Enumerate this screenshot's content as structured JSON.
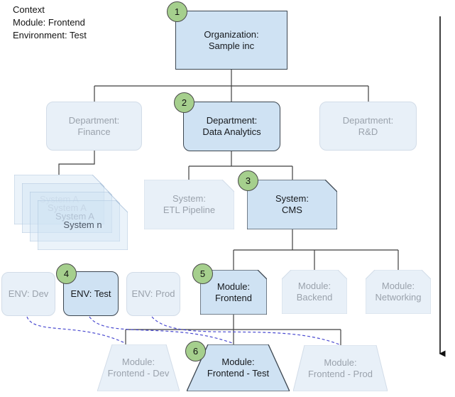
{
  "context": {
    "title": "Context",
    "module": "Module: Frontend",
    "environment": "Environment: Test"
  },
  "colors": {
    "highlight_fill": "#cfe2f3",
    "dim_fill": "#e8f0f8",
    "badge_fill": "#a5cf8d",
    "dashed_line": "#4a4ad0",
    "connector": "#3f3f3f",
    "arrow": "#111111"
  },
  "nodes": {
    "organization": {
      "badge": "1",
      "line1": "Organization:",
      "line2": "Sample inc"
    },
    "dept_finance": {
      "line1": "Department:",
      "line2": "Finance"
    },
    "dept_data_analytics": {
      "badge": "2",
      "line1": "Department:",
      "line2": "Data Analytics"
    },
    "dept_rd": {
      "line1": "Department:",
      "line2": "R&D"
    },
    "system_stack": {
      "items": [
        "System A",
        "System A",
        "System A",
        "System n"
      ]
    },
    "system_etl": {
      "line1": "System:",
      "line2": "ETL Pipeline"
    },
    "system_cms": {
      "badge": "3",
      "line1": "System:",
      "line2": "CMS"
    },
    "env_dev": {
      "line1": "ENV: Dev"
    },
    "env_test": {
      "badge": "4",
      "line1": "ENV: Test"
    },
    "env_prod": {
      "line1": "ENV: Prod"
    },
    "module_frontend": {
      "badge": "5",
      "line1": "Module:",
      "line2": "Frontend"
    },
    "module_backend": {
      "line1": "Module:",
      "line2": "Backend"
    },
    "module_networking": {
      "line1": "Module:",
      "line2": "Networking"
    },
    "module_frontend_dev": {
      "line1": "Module:",
      "line2": "Frontend - Dev"
    },
    "module_frontend_test": {
      "badge": "6",
      "line1": "Module:",
      "line2": "Frontend - Test"
    },
    "module_frontend_prod": {
      "line1": "Module:",
      "line2": "Frontend - Prod"
    }
  }
}
